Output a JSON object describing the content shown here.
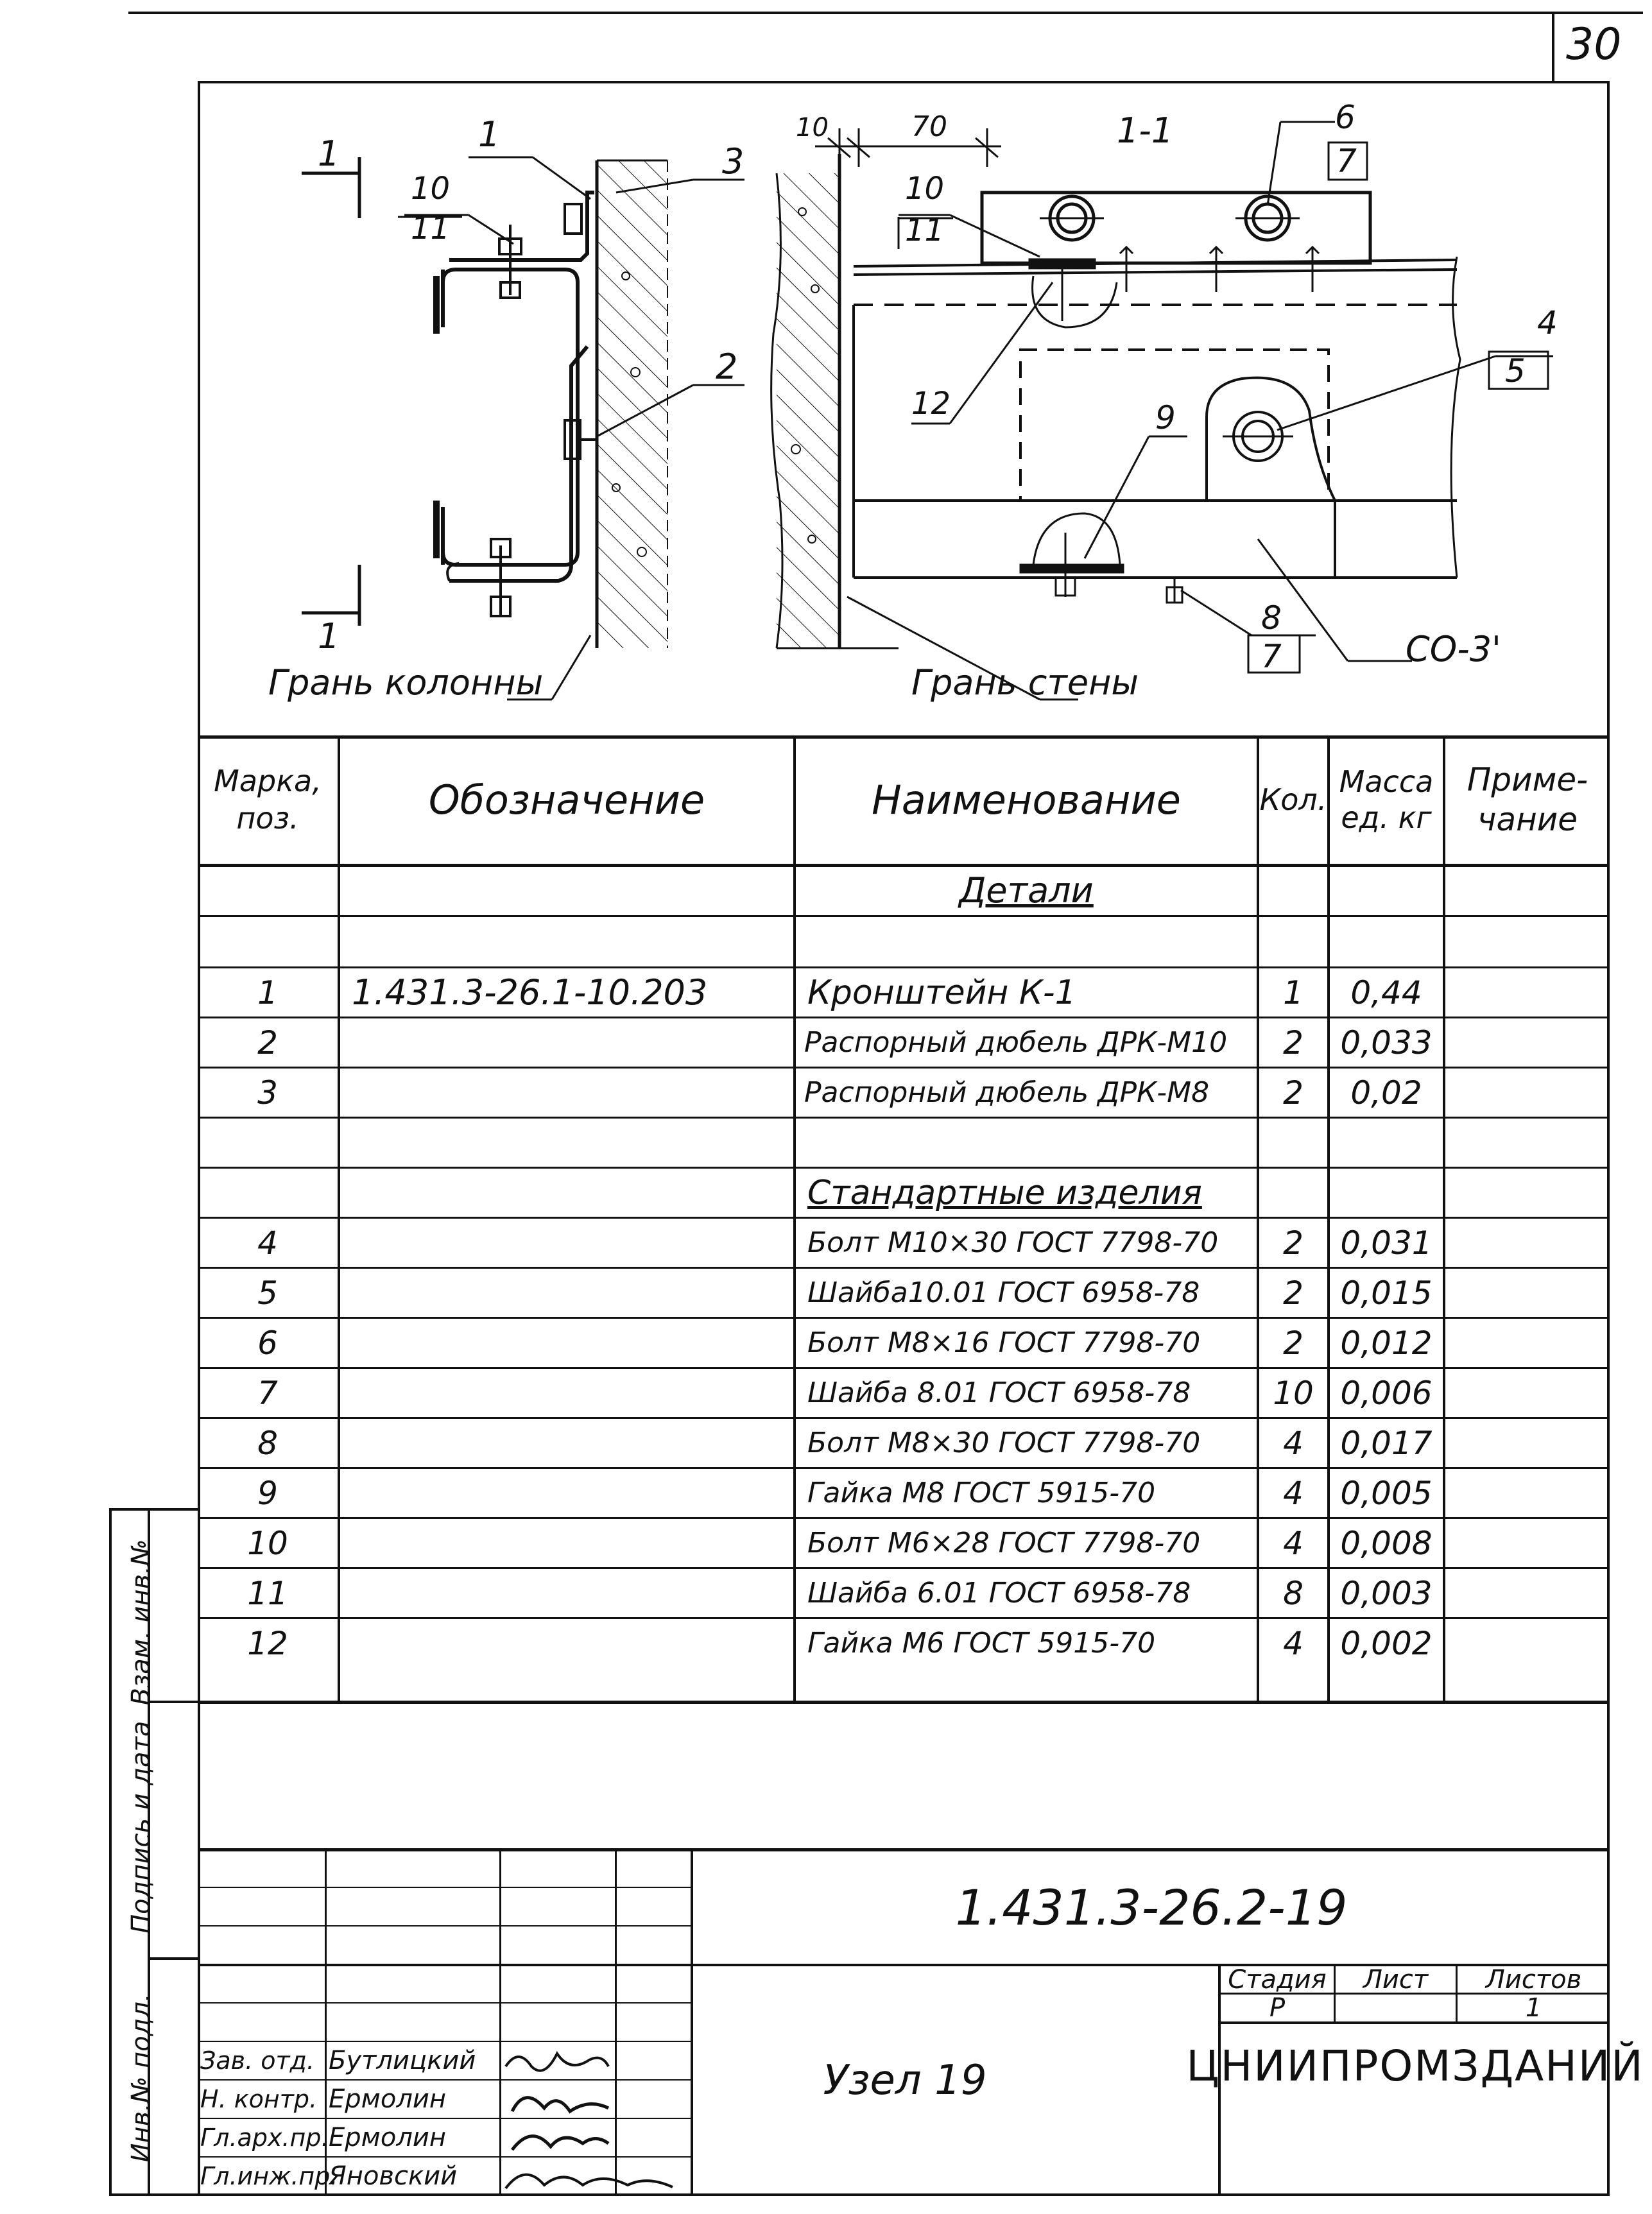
{
  "sheet": {
    "number": "30"
  },
  "drawing": {
    "left_labels": {
      "section_mark_top": "1",
      "section_mark_bottom": "1",
      "pos_1": "1",
      "pos_3": "3",
      "pos_10": "10",
      "pos_11": "11",
      "pos_2": "2",
      "caption": "Грань колонны"
    },
    "right_labels": {
      "dim_10": "10",
      "dim_70": "70",
      "section": "1-1",
      "pos_6": "6",
      "pos_7a": "7",
      "pos_10": "10",
      "pos_11": "11",
      "pos_4": "4",
      "pos_5": "5",
      "pos_12": "12",
      "pos_9": "9",
      "pos_8": "8",
      "pos_7b": "7",
      "co": "CO-3'",
      "caption": "Грань стены"
    }
  },
  "table": {
    "headers": {
      "mark": "Марка, поз.",
      "designation": "Обозначение",
      "name": "Наименование",
      "qty": "Кол.",
      "mass": "Масса ед. кг",
      "note": "Приме- чание"
    },
    "section_details": "Детали",
    "section_standard": "Стандартные изделия",
    "detail_rows": [
      {
        "pos": "1",
        "designation": "1.431.3-26.1-10.203",
        "name": "Кронштейн К-1",
        "qty": "1",
        "mass": "0,44"
      },
      {
        "pos": "2",
        "designation": "",
        "name": "Распорный дюбель ДРК-М10",
        "qty": "2",
        "mass": "0,033"
      },
      {
        "pos": "3",
        "designation": "",
        "name": "Распорный дюбель ДРК-М8",
        "qty": "2",
        "mass": "0,02"
      }
    ],
    "standard_rows": [
      {
        "pos": "4",
        "name": "Болт М10×30 ГОСТ 7798-70",
        "qty": "2",
        "mass": "0,031"
      },
      {
        "pos": "5",
        "name": "Шайба10.01 ГОСТ 6958-78",
        "qty": "2",
        "mass": "0,015"
      },
      {
        "pos": "6",
        "name": "Болт М8×16 ГОСТ 7798-70",
        "qty": "2",
        "mass": "0,012"
      },
      {
        "pos": "7",
        "name": "Шайба 8.01 ГОСТ 6958-78",
        "qty": "10",
        "mass": "0,006"
      },
      {
        "pos": "8",
        "name": "Болт М8×30 ГОСТ 7798-70",
        "qty": "4",
        "mass": "0,017"
      },
      {
        "pos": "9",
        "name": "Гайка М8  ГОСТ 5915-70",
        "qty": "4",
        "mass": "0,005"
      },
      {
        "pos": "10",
        "name": "Болт М6×28 ГОСТ 7798-70",
        "qty": "4",
        "mass": "0,008"
      },
      {
        "pos": "11",
        "name": "Шайба 6.01 ГОСТ 6958-78",
        "qty": "8",
        "mass": "0,003"
      },
      {
        "pos": "12",
        "name": "Гайка М6  ГОСТ 5915-70",
        "qty": "4",
        "mass": "0,002"
      }
    ]
  },
  "side_stamp": {
    "inv_orig": "Инв.№ подл.",
    "signature_date": "Подпись и дата",
    "replaced_inv": "Взам. инв.№"
  },
  "title_block": {
    "doc_code": "1.431.3-26.2-19",
    "title": "Узел 19",
    "stage_label": "Стадия",
    "sheet_label": "Лист",
    "sheets_label": "Листов",
    "stage": "Р",
    "sheet": "",
    "sheets": "1",
    "org": "ЦНИИПРОМЗДАНИЙ",
    "people": [
      {
        "role": "Зав. отд.",
        "name": "Бутлицкий"
      },
      {
        "role": "Н. контр.",
        "name": "Ермолин"
      },
      {
        "role": "Гл.арх.пр.",
        "name": "Ермолин"
      },
      {
        "role": "Гл.инж.пр.",
        "name": "Яновский"
      }
    ]
  }
}
